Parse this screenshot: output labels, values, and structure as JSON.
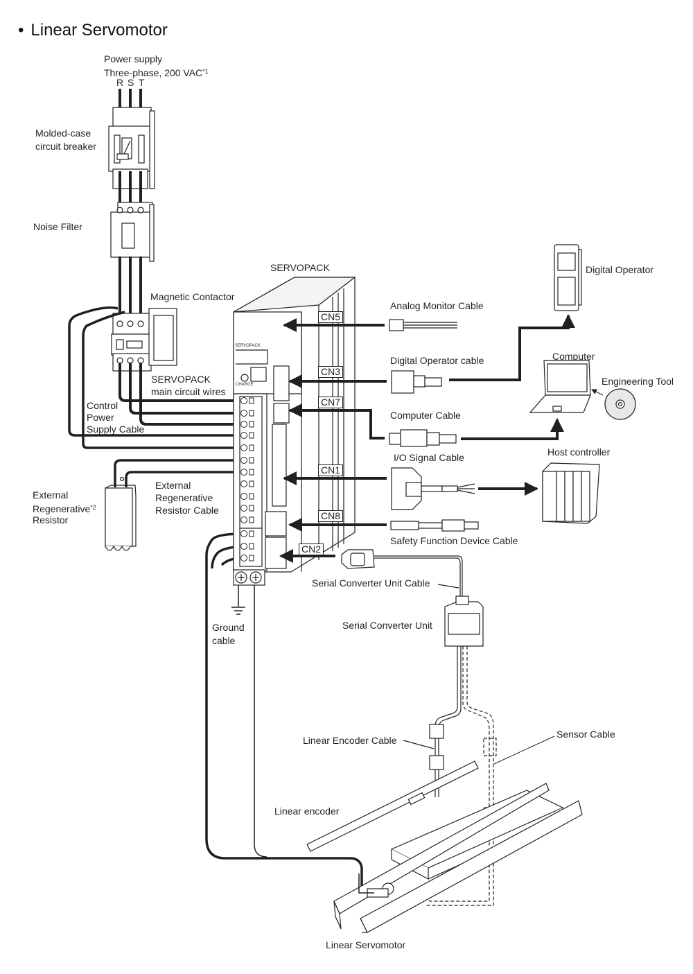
{
  "title": "Linear Servomotor",
  "power_supply": {
    "label": "Power supply",
    "spec": "Three-phase, 200 VAC",
    "note": "*1",
    "phases": [
      "R",
      "S",
      "T"
    ]
  },
  "components": {
    "breaker": "Molded-case\ncircuit breaker",
    "breaker_line1": "Molded-case",
    "breaker_line2": "circuit breaker",
    "noise_filter": "Noise Filter",
    "magnetic_contactor": "Magnetic Contactor",
    "servopack": "SERVOPACK",
    "main_circuit_wires_line1": "SERVOPACK",
    "main_circuit_wires_line2": "main circuit wires",
    "control_power_line1": "Control",
    "control_power_line2": "Power",
    "control_power_line3": "Supply Cable",
    "ext_regen_resistor_line1": "External",
    "ext_regen_resistor_line2": "Regenerative",
    "ext_regen_resistor_note": "*2",
    "ext_regen_resistor_line3": "Resistor",
    "ext_regen_cable_line1": "External",
    "ext_regen_cable_line2": "Regenerative",
    "ext_regen_cable_line3": "Resistor Cable",
    "ground_line1": "Ground",
    "ground_line2": "cable",
    "digital_operator": "Digital Operator",
    "computer": "Computer",
    "engineering_tool": "Engineering Tool",
    "host_controller": "Host controller",
    "serial_converter_unit_cable": "Serial Converter Unit Cable",
    "serial_converter_unit": "Serial Converter Unit",
    "linear_encoder_cable": "Linear Encoder Cable",
    "sensor_cable": "Sensor Cable",
    "linear_encoder": "Linear encoder",
    "linear_servomotor": "Linear Servomotor"
  },
  "connectors": [
    "CN5",
    "CN3",
    "CN7",
    "CN1",
    "CN8",
    "CN2"
  ],
  "cables": {
    "analog_monitor": "Analog Monitor Cable",
    "digital_operator": "Digital Operator cable",
    "computer": "Computer Cable",
    "io_signal": "I/O Signal Cable",
    "safety_function": "Safety Function Device Cable"
  }
}
